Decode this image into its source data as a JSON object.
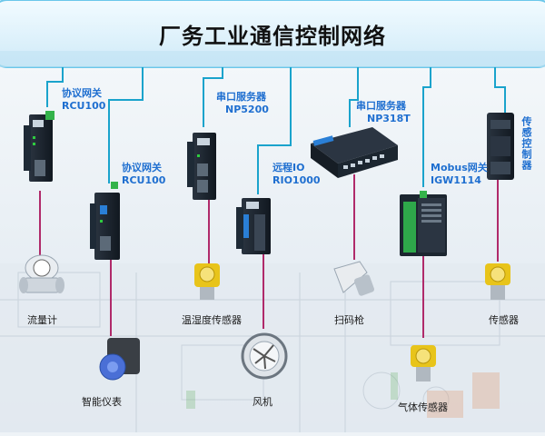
{
  "title": "厂务工业通信控制网络",
  "gateways": [
    {
      "name": "协议网关",
      "model": "RCU100"
    },
    {
      "name": "协议网关",
      "model": "RCU100"
    },
    {
      "name": "串口服务器",
      "model": "NP5200"
    },
    {
      "name": "远程IO",
      "model": "RIO1000"
    },
    {
      "name": "串口服务器",
      "model": "NP318T"
    },
    {
      "name": "Mobus网关",
      "model": "IGW1114"
    },
    {
      "name": "传感控制器",
      "model": ""
    }
  ],
  "field_devices": [
    {
      "label": "流量计"
    },
    {
      "label": "智能仪表"
    },
    {
      "label": "温湿度传感器"
    },
    {
      "label": "风机"
    },
    {
      "label": "扫码枪"
    },
    {
      "label": "气体传感器"
    },
    {
      "label": "传感器"
    }
  ],
  "colors": {
    "accent": "#1f6fd0",
    "network_line": "#1aa3cc",
    "serial_line": "#b02a6a",
    "banner_bg": "#dff1fb",
    "banner_border": "#6bc7ea"
  }
}
